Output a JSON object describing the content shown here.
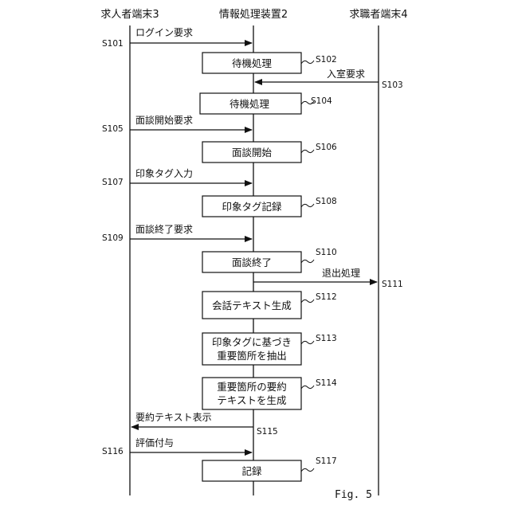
{
  "lanes": {
    "seeker": "求人者端末3",
    "server": "情報処理装置2",
    "applicant": "求職者端末4"
  },
  "messages": {
    "s101": {
      "label": "ログイン要求",
      "step": "S101"
    },
    "s103": {
      "label": "入室要求",
      "step": "S103"
    },
    "s105": {
      "label": "面談開始要求",
      "step": "S105"
    },
    "s107": {
      "label": "印象タグ入力",
      "step": "S107"
    },
    "s109": {
      "label": "面談終了要求",
      "step": "S109"
    },
    "s111": {
      "label": "退出処理",
      "step": "S111"
    },
    "s115": {
      "label": "要約テキスト表示",
      "step": "S115"
    },
    "s116": {
      "label": "評価付与",
      "step": "S116"
    }
  },
  "processes": {
    "s102": {
      "lines": [
        "待機処理"
      ],
      "step": "S102"
    },
    "s104": {
      "lines": [
        "待機処理"
      ],
      "step": "S104"
    },
    "s106": {
      "lines": [
        "面談開始"
      ],
      "step": "S106"
    },
    "s108": {
      "lines": [
        "印象タグ記録"
      ],
      "step": "S108"
    },
    "s110": {
      "lines": [
        "面談終了"
      ],
      "step": "S110"
    },
    "s112": {
      "lines": [
        "会話テキスト生成"
      ],
      "step": "S112"
    },
    "s113": {
      "lines": [
        "印象タグに基づき",
        "重要箇所を抽出"
      ],
      "step": "S113"
    },
    "s114": {
      "lines": [
        "重要箇所の要約",
        "テキストを生成"
      ],
      "step": "S114"
    },
    "s117": {
      "lines": [
        "記録"
      ],
      "step": "S117"
    }
  },
  "figure": {
    "label": "Fig. 5"
  }
}
